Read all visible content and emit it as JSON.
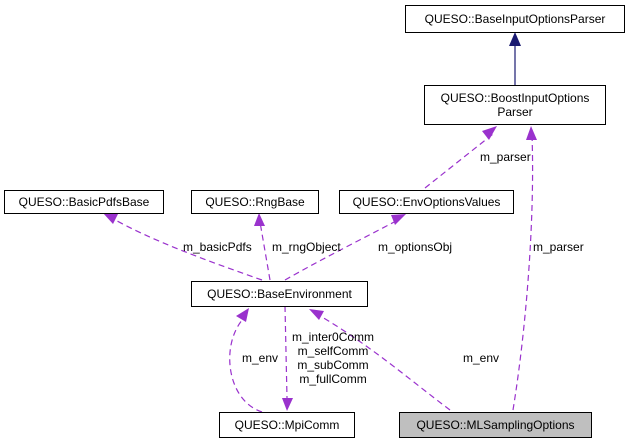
{
  "nodes": {
    "base_input_options_parser": "QUESO::BaseInputOptionsParser",
    "boost_input_options_parser": "QUESO::BoostInputOptions\nParser",
    "basic_pdfs_base": "QUESO::BasicPdfsBase",
    "rng_base": "QUESO::RngBase",
    "env_options_values": "QUESO::EnvOptionsValues",
    "base_environment": "QUESO::BaseEnvironment",
    "mpi_comm": "QUESO::MpiComm",
    "ml_sampling_options": "QUESO::MLSamplingOptions"
  },
  "edge_labels": {
    "m_parser_upper": "m_parser",
    "m_parser_right": "m_parser",
    "m_basic_pdfs": "m_basicPdfs",
    "m_rng_object": "m_rngObject",
    "m_options_obj": "m_optionsObj",
    "m_env_left": "m_env",
    "m_env_right": "m_env",
    "comms": "m_inter0Comm\nm_selfComm\nm_subComm\nm_fullComm"
  },
  "colors": {
    "inheritance": "#191970",
    "usage": "#9a32cd",
    "highlight_fill": "#bfbfbf"
  }
}
